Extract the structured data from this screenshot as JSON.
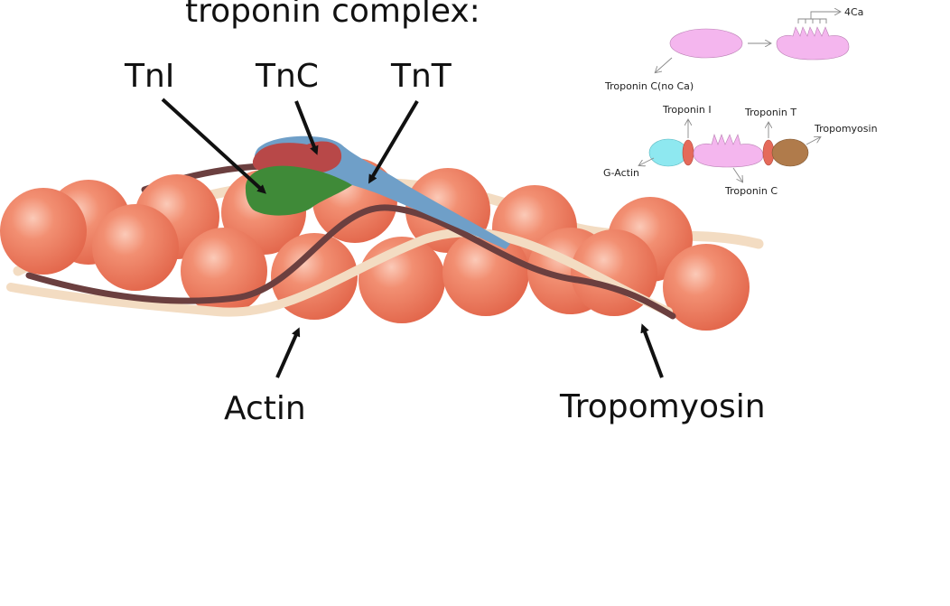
{
  "title": "troponin complex:",
  "labels": {
    "tni": "TnI",
    "tnc": "TnC",
    "tnt": "TnT",
    "actin": "Actin",
    "tropomyosin": "Tropomyosin"
  },
  "inset": {
    "ca": "4Ca",
    "troponin_c_no_ca": "Troponin C(no Ca)",
    "troponin_i": "Troponin I",
    "troponin_t": "Troponin T",
    "tropomyosin": "Tropomyosin",
    "g_actin": "G-Actin",
    "troponin_c": "Troponin C"
  },
  "colors": {
    "actin": "#ee7a5c",
    "tropomyosin_dark": "#6b3f3f",
    "tropomyosin_light": "#f3dcc2",
    "tnc": "#b84848",
    "tni": "#3f8a38",
    "tnt": "#6f9fc8",
    "inset_pink": "#f4b6ee",
    "inset_cyan": "#8ee8f0",
    "inset_red": "#e56a5a",
    "inset_brown": "#b07b4b"
  }
}
